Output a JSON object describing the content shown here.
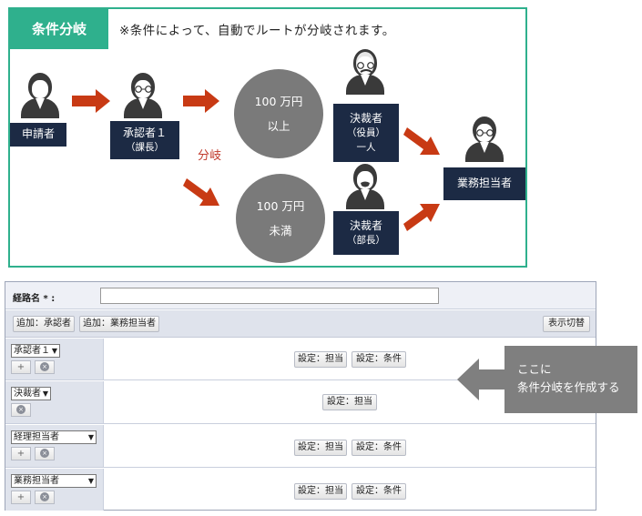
{
  "diagram": {
    "tag": "条件分岐",
    "note": "※条件によって、自動でルートが分岐されます。",
    "applicant": "申請者",
    "approver": {
      "title": "承認者１",
      "sub": "（課長）"
    },
    "branch_label": "分岐",
    "cond_high": {
      "line1": "100 万円",
      "line2": "以上"
    },
    "cond_low": {
      "line1": "100 万円",
      "line2": "未満"
    },
    "decider_exec": {
      "title": "決裁者",
      "sub": "（役員）",
      "sub2": "一人"
    },
    "decider_dept": {
      "title": "決裁者",
      "sub": "（部長）"
    },
    "staff": "業務担当者",
    "colors": {
      "accent": "#2fb08d",
      "box": "#1c2a44",
      "arrow": "#c83a14",
      "circle": "#7a7a7a"
    }
  },
  "form": {
    "route_label": "経路名 * :",
    "route_value": "",
    "toolbar": {
      "add_approver": "追加：承認者",
      "add_staff": "追加：業務担当者",
      "toggle_view": "表示切替"
    },
    "rows": [
      {
        "select": "承認者１",
        "btn_assign": "設定：担当",
        "btn_cond": "設定：条件"
      },
      {
        "select": "決裁者",
        "btn_assign": "設定：担当"
      },
      {
        "select": "経理担当者",
        "btn_assign": "設定：担当",
        "btn_cond": "設定：条件"
      },
      {
        "select": "業務担当者",
        "btn_assign": "設定：担当",
        "btn_cond": "設定：条件"
      }
    ],
    "plus": "+",
    "remove": "×"
  },
  "callout": {
    "line1": "ここに",
    "line2": "条件分岐を作成する"
  }
}
